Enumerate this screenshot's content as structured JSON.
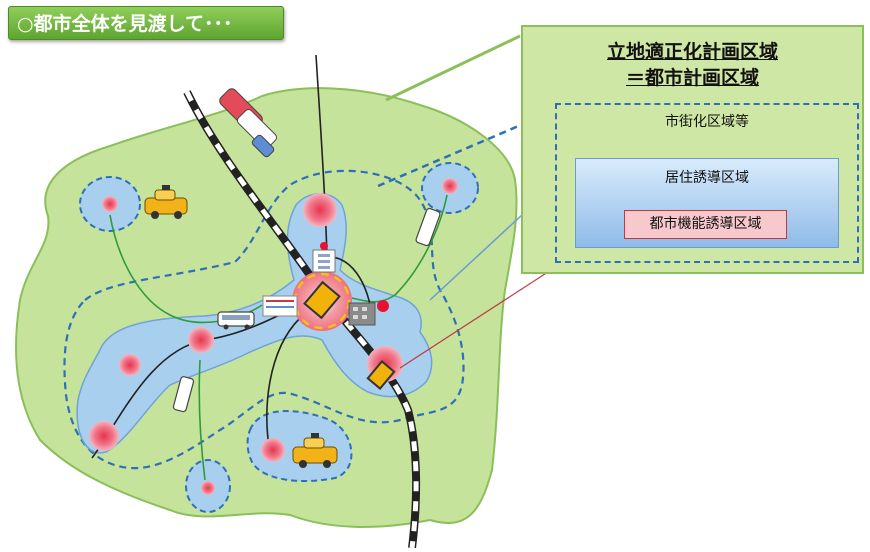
{
  "header": {
    "title": "○都市全体を見渡して･･･"
  },
  "legend": {
    "title_line1": "立地適正化計画区域",
    "title_line2": "＝都市計画区域",
    "urbanization_area": "市街化区域等",
    "residential_area": "居住誘導区域",
    "urban_function_area": "都市機能誘導区域"
  },
  "colors": {
    "city_area": "#c5e39b",
    "residential": "#a9cfee",
    "urban_function": "#f2a6b4",
    "dashed_boundary": "#2f6fb8",
    "transit_line": "#2f9b3a",
    "title_badge": "#6cb63a"
  },
  "icons": [
    "train-icon",
    "taxi-icon",
    "bus-icon",
    "hospital-icon",
    "shopping-icon",
    "station-icon"
  ]
}
